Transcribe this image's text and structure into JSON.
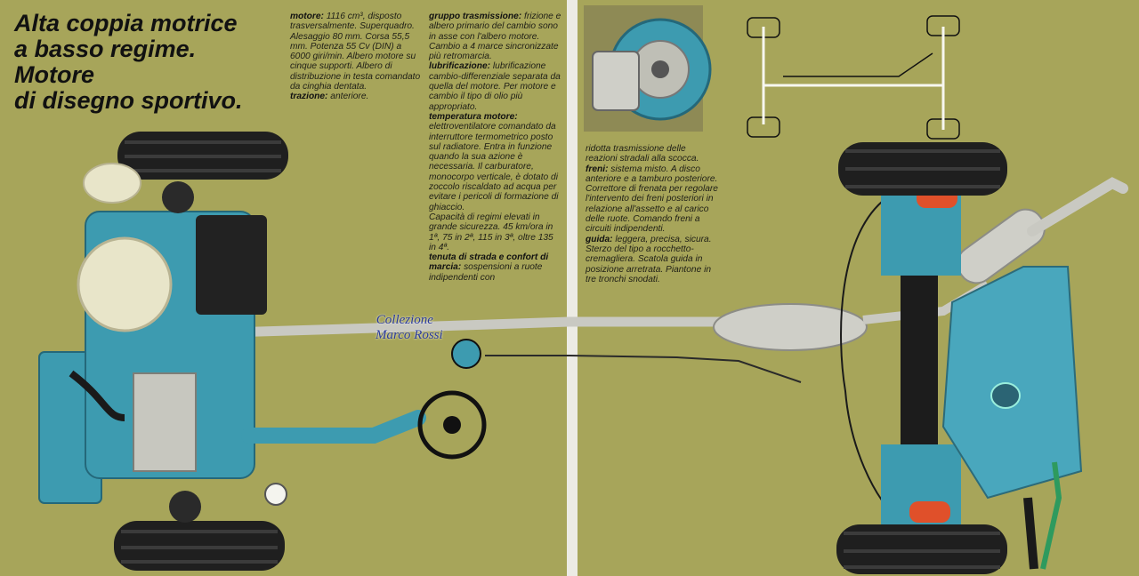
{
  "headline": [
    "Alta coppia motrice",
    "a basso regime.",
    "Motore",
    "di disegno sportivo."
  ],
  "columns": {
    "col1": [
      {
        "label": "motore:",
        "text": " 1116 cm³, disposto trasversalmente. Superquadro. Alesaggio 80 mm. Corsa 55,5 mm. Potenza 55 Cv (DIN) a 6000 giri/min. Albero motore su cinque supporti. Albero di distribuzione in testa comandato da cinghia dentata."
      },
      {
        "label": "trazione:",
        "text": " anteriore."
      }
    ],
    "col2": [
      {
        "label": "gruppo trasmissione:",
        "text": " frizione e albero primario del cambio sono in asse con l'albero motore. Cambio a 4 marce sincronizzate più retromarcia."
      },
      {
        "label": "lubrificazione:",
        "text": " lubrificazione cambio-differenziale separata da quella del motore. Per motore e cambio il tipo di olio più appropriato."
      },
      {
        "label": "temperatura motore:",
        "text": " elettroventilatore comandato da interruttore termometrico posto sul radiatore. Entra in funzione quando la sua azione è necessaria. Il carburatore, monocorpo verticale, è dotato di zoccolo riscaldato ad acqua per evitare i pericoli di formazione di ghiaccio."
      },
      {
        "label": "",
        "text": "Capacità di regimi elevati in grande sicurezza. 45 km/ora in 1ª, 75 in 2ª, 115 in 3ª, oltre 135 in 4ª."
      },
      {
        "label": "tenuta di strada e confort di marcia:",
        "text": " sospensioni a ruote indipendenti con"
      }
    ],
    "col3": [
      {
        "label": "",
        "text": "ridotta trasmissione delle reazioni stradali alla scocca."
      },
      {
        "label": "freni:",
        "text": " sistema misto. A disco anteriore e a tamburo posteriore. Correttore di frenata per regolare l'intervento dei freni posteriori in relazione all'assetto e al carico delle ruote. Comando freni a circuiti indipendenti."
      },
      {
        "label": "guida:",
        "text": " leggera, precisa, sicura. Sterzo del tipo a rocchetto-cremagliera. Scatola guida in posizione arretrata. Piantone in tre tronchi snodati."
      }
    ]
  },
  "watermark": [
    "Collezione",
    "Marco Rossi"
  ],
  "colors": {
    "page": "#a7a55a",
    "chassis": "#3d9bb0",
    "tyre": "#1f1f1f",
    "metal": "#cfcfc8",
    "spring": "#e0502a",
    "tank": "#49a7bd"
  }
}
